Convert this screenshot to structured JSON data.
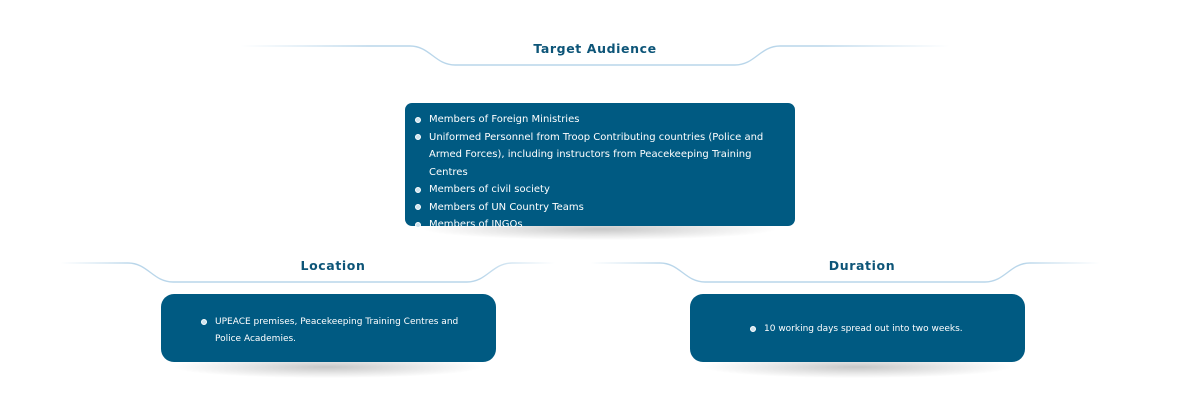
{
  "sections": {
    "target_audience": {
      "title": "Target Audience",
      "items": [
        "Members of Foreign Ministries",
        "Uniformed Personnel from Troop Contributing countries (Police and Armed Forces), including instructors from Peacekeeping Training Centres",
        "Members of civil society",
        "Members of UN Country Teams",
        "Members of INGOs"
      ]
    },
    "location": {
      "title": "Location",
      "items": [
        "UPEACE premises, Peacekeeping Training Centres and Police Academies."
      ]
    },
    "duration": {
      "title": "Duration",
      "items": [
        "10 working days spread out into two weeks."
      ]
    }
  },
  "colors": {
    "card_background": "#005a82",
    "title_text": "#0d5578",
    "header_line": "#b9d6ea",
    "card_text": "#ffffff"
  },
  "icons": {
    "bullet": "circle-bullet-icon"
  }
}
